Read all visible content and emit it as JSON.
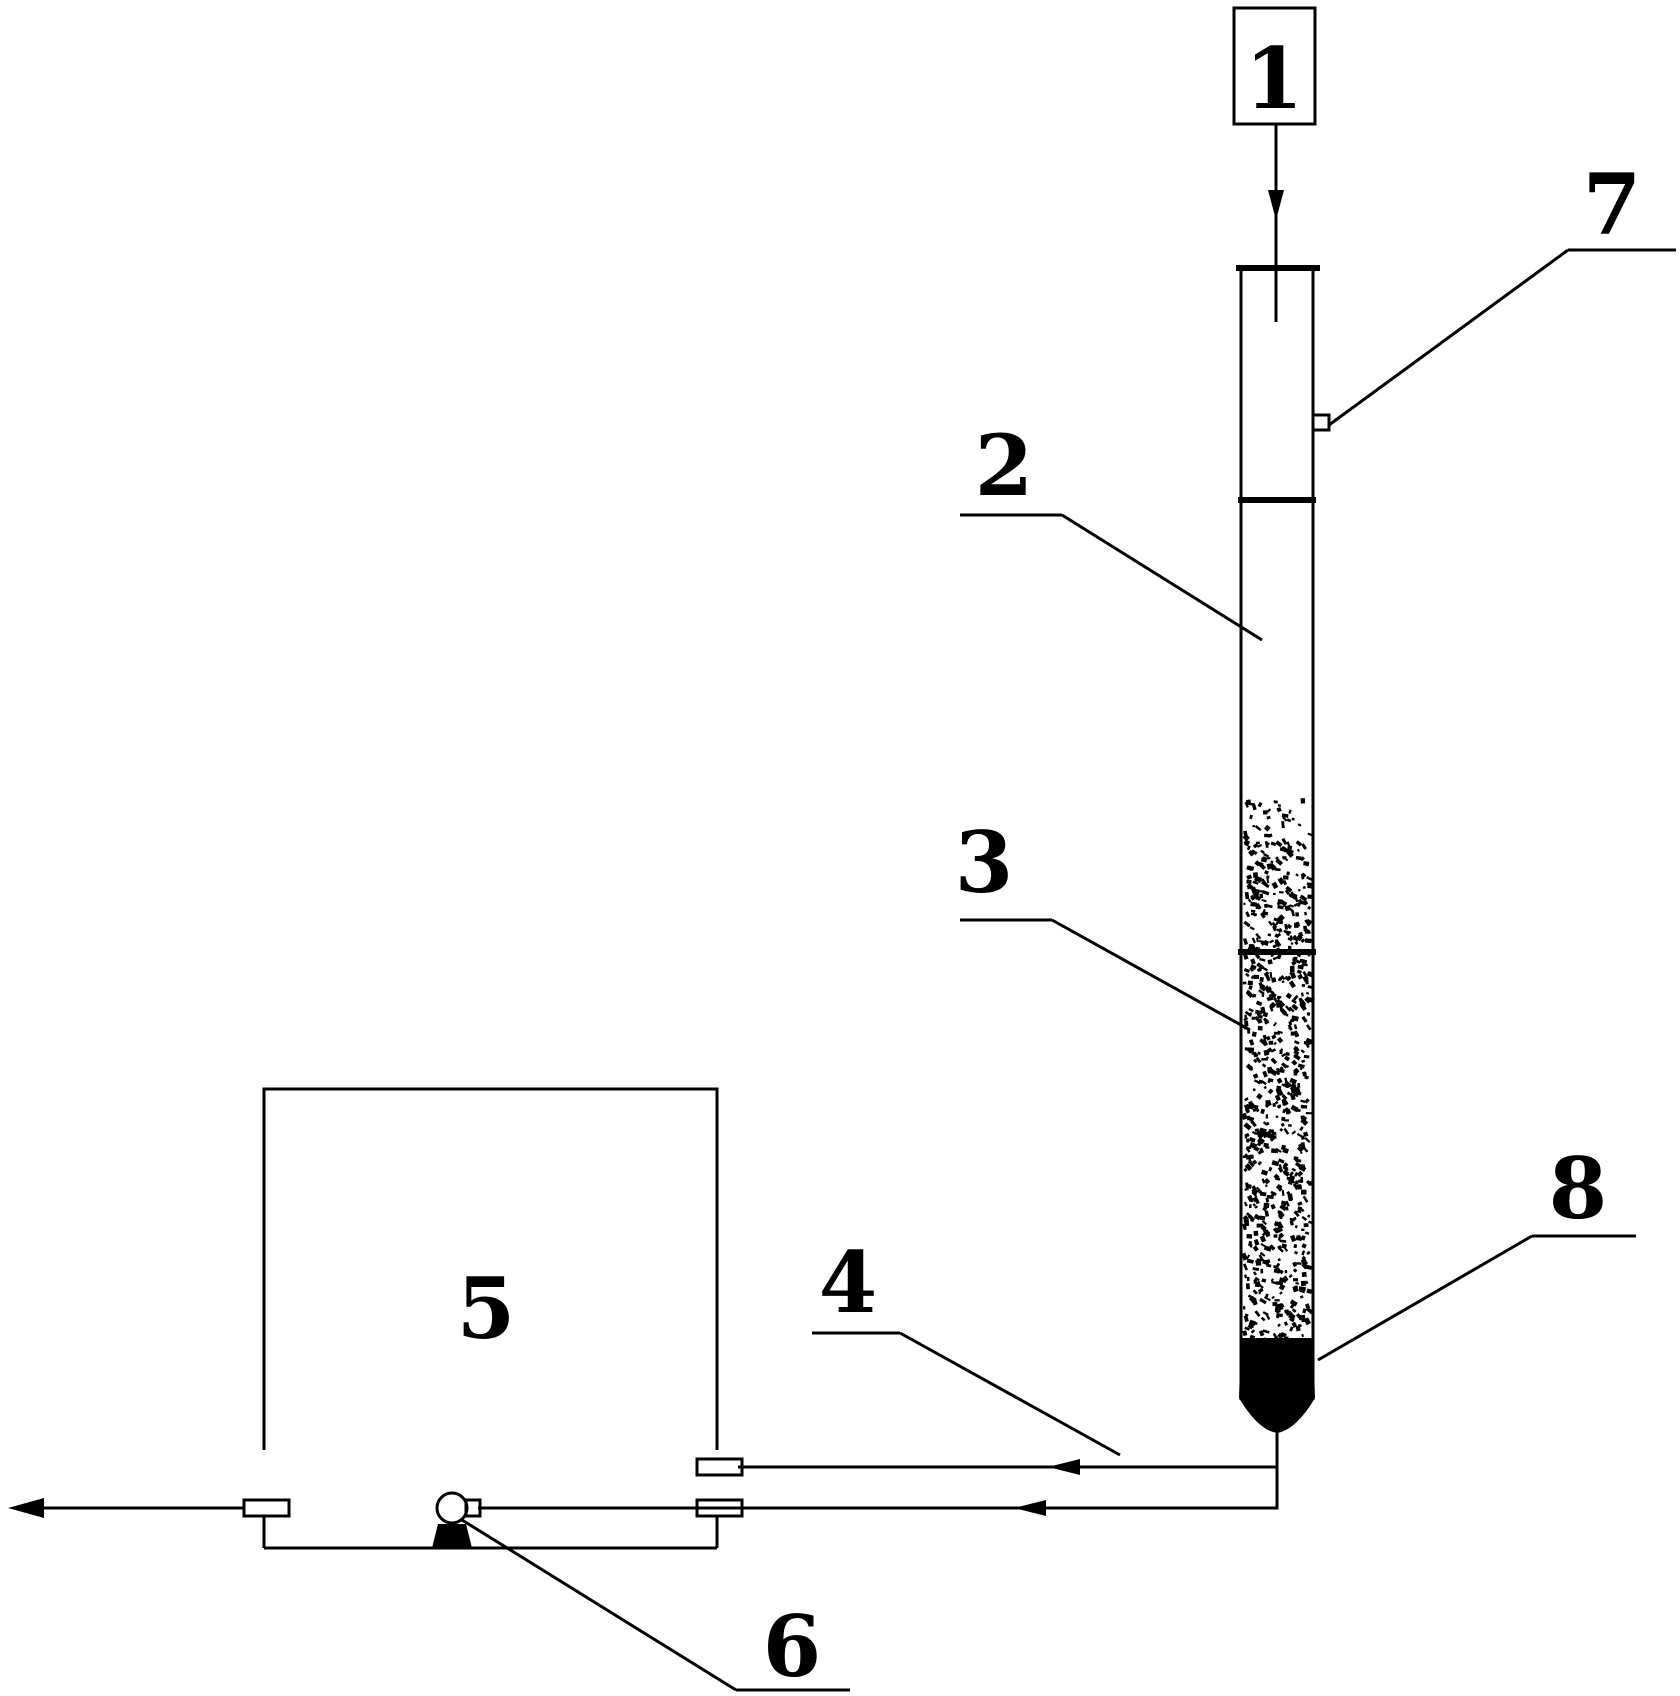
{
  "labels": {
    "l1": "1",
    "l2": "2",
    "l3": "3",
    "l4": "4",
    "l5": "5",
    "l6": "6",
    "l7": "7",
    "l8": "8"
  },
  "colors": {
    "line": "#000000",
    "background": "#ffffff",
    "packing": "#000000"
  }
}
